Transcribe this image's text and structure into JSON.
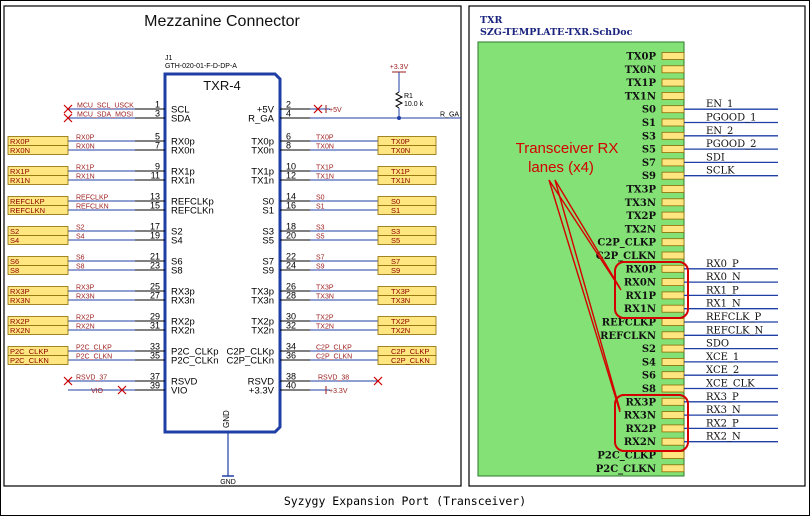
{
  "left_panel": {
    "title": "Mezzanine Connector",
    "ref": "J1",
    "part": "GTH-020-01-F-D-DP-A",
    "name": "TXR-4",
    "gnd": "GND",
    "left_pins": [
      {
        "num": "1",
        "name": "SCL",
        "net": "MCU_SCL_USCK",
        "port": "",
        "nc": true
      },
      {
        "num": "3",
        "name": "SDA",
        "net": "MCU_SDA_MOSI",
        "port": "",
        "nc": true
      },
      {
        "num": "5",
        "name": "RX0p",
        "net": "RX0P",
        "port": "RX0P"
      },
      {
        "num": "7",
        "name": "RX0n",
        "net": "RX0N",
        "port": "RX0N"
      },
      {
        "num": "9",
        "name": "RX1p",
        "net": "RX1P",
        "port": "RX1P"
      },
      {
        "num": "11",
        "name": "RX1n",
        "net": "RX1N",
        "port": "RX1N"
      },
      {
        "num": "13",
        "name": "REFCLKp",
        "net": "REFCLKP",
        "port": "REFCLKP"
      },
      {
        "num": "15",
        "name": "REFCLKn",
        "net": "REFCLKN",
        "port": "REFCLKN"
      },
      {
        "num": "17",
        "name": "S2",
        "net": "S2",
        "port": "S2"
      },
      {
        "num": "19",
        "name": "S4",
        "net": "S4",
        "port": "S4"
      },
      {
        "num": "21",
        "name": "S6",
        "net": "S6",
        "port": "S6"
      },
      {
        "num": "23",
        "name": "S8",
        "net": "S8",
        "port": "S8"
      },
      {
        "num": "25",
        "name": "RX3p",
        "net": "RX3P",
        "port": "RX3P"
      },
      {
        "num": "27",
        "name": "RX3n",
        "net": "RX3N",
        "port": "RX3N"
      },
      {
        "num": "29",
        "name": "RX2p",
        "net": "RX2P",
        "port": "RX2P"
      },
      {
        "num": "31",
        "name": "RX2n",
        "net": "RX2N",
        "port": "RX2N"
      },
      {
        "num": "33",
        "name": "P2C_CLKp",
        "net": "P2C_CLKP",
        "port": "P2C_CLKP"
      },
      {
        "num": "35",
        "name": "P2C_CLKn",
        "net": "P2C_CLKN",
        "port": "P2C_CLKN"
      },
      {
        "num": "37",
        "name": "RSVD",
        "net": "RSVD_37",
        "port": "",
        "nc": true
      },
      {
        "num": "39",
        "name": "VIO",
        "net": "VIO",
        "port": "",
        "nc": true
      }
    ],
    "right_pins": [
      {
        "num": "2",
        "name": "+5V",
        "net": "+5V",
        "port": "",
        "nc": true
      },
      {
        "num": "4",
        "name": "R_GA",
        "net": "R_GA",
        "port": ""
      },
      {
        "num": "6",
        "name": "TX0p",
        "net": "TX0P",
        "port": "TX0P"
      },
      {
        "num": "8",
        "name": "TX0n",
        "net": "TX0N",
        "port": "TX0N"
      },
      {
        "num": "10",
        "name": "TX1p",
        "net": "TX1P",
        "port": "TX1P"
      },
      {
        "num": "12",
        "name": "TX1n",
        "net": "TX1N",
        "port": "TX1N"
      },
      {
        "num": "14",
        "name": "S0",
        "net": "S0",
        "port": "S0"
      },
      {
        "num": "16",
        "name": "S1",
        "net": "S1",
        "port": "S1"
      },
      {
        "num": "18",
        "name": "S3",
        "net": "S3",
        "port": "S3"
      },
      {
        "num": "20",
        "name": "S5",
        "net": "S5",
        "port": "S5"
      },
      {
        "num": "22",
        "name": "S7",
        "net": "S7",
        "port": "S7"
      },
      {
        "num": "24",
        "name": "S9",
        "net": "S9",
        "port": "S9"
      },
      {
        "num": "26",
        "name": "TX3p",
        "net": "TX3P",
        "port": "TX3P"
      },
      {
        "num": "28",
        "name": "TX3n",
        "net": "TX3N",
        "port": "TX3N"
      },
      {
        "num": "30",
        "name": "TX2p",
        "net": "TX2P",
        "port": "TX2P"
      },
      {
        "num": "32",
        "name": "TX2n",
        "net": "TX2N",
        "port": "TX2N"
      },
      {
        "num": "34",
        "name": "C2P_CLKp",
        "net": "C2P_CLKP",
        "port": "C2P_CLKP"
      },
      {
        "num": "36",
        "name": "C2P_CLKn",
        "net": "C2P_CLKN",
        "port": "C2P_CLKN"
      },
      {
        "num": "38",
        "name": "RSVD",
        "net": "RSVD_38",
        "port": "",
        "nc": true
      },
      {
        "num": "40",
        "name": "+3.3V",
        "net": "+3.3V",
        "port": "",
        "nc": true
      }
    ],
    "power_top": "+3.3V",
    "resistor_ref": "R1",
    "resistor_val": "10.0 k"
  },
  "right_panel": {
    "title": "TXR",
    "file": "SZG-TEMPLATE-TXR.SchDoc",
    "pins": [
      "TX0P",
      "TX0N",
      "TX1P",
      "TX1N",
      "S0",
      "S1",
      "S3",
      "S5",
      "S7",
      "S9",
      "TX3P",
      "TX3N",
      "TX2P",
      "TX2N",
      "C2P_CLKP",
      "C2P_CLKN",
      "RX0P",
      "RX0N",
      "RX1P",
      "RX1N",
      "REFCLKP",
      "REFCLKN",
      "S2",
      "S4",
      "S6",
      "S8",
      "RX3P",
      "RX3N",
      "RX2P",
      "RX2N",
      "P2C_CLKP",
      "P2C_CLKN"
    ],
    "nets": {
      "S0": "EN_1",
      "S1": "PGOOD_1",
      "S3": "EN_2",
      "S5": "PGOOD_2",
      "S7": "SDI",
      "S9": "SCLK",
      "RX0P": "RX0_P",
      "RX0N": "RX0_N",
      "RX1P": "RX1_P",
      "RX1N": "RX1_N",
      "REFCLKP": "REFCLK_P",
      "REFCLKN": "REFCLK_N",
      "S2": "SDO",
      "S4": "XCE_1",
      "S6": "XCE_2",
      "S8": "XCE_CLK",
      "RX3P": "RX3_P",
      "RX3N": "RX3_N",
      "RX2P": "RX2_P",
      "RX2N": "RX2_N"
    },
    "callout_line1": "Transceiver RX",
    "callout_line2": "lanes (x4)"
  },
  "caption": "Syzygy Expansion Port (Transceiver)",
  "colors": {
    "sheet_green": "#84e176",
    "wire_blue": "#1f3fa6",
    "port_yellow": "#ffe680",
    "callout_red": "#d40000",
    "nc_red": "#cc0000"
  }
}
